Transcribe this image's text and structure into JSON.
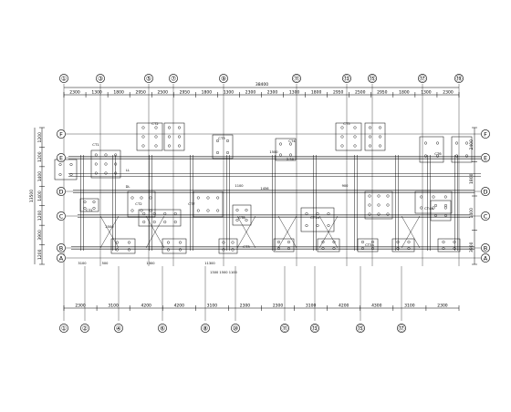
{
  "top_axes": [
    "①",
    "③",
    "⑤",
    "⑦",
    "⑨",
    "⑪",
    "⑬",
    "⑮",
    "⑰",
    "⑲"
  ],
  "bottom_axes": [
    "①",
    "②",
    "④",
    "⑥",
    "⑧",
    "⑩",
    "⑪",
    "⑬",
    "⑮",
    "⑰"
  ],
  "left_axes": [
    "F",
    "E",
    "D",
    "C",
    "B",
    "A"
  ],
  "right_axes": [
    "F",
    "E",
    "D",
    "C",
    "B",
    "A"
  ],
  "overall_dim": "38400",
  "top_dims": [
    "2300",
    "1300",
    "1800",
    "2950",
    "2500",
    "2950",
    "1800",
    "1300",
    "2300",
    "2300",
    "1300",
    "1800",
    "2950",
    "2500",
    "2950",
    "1800",
    "1300",
    "2300"
  ],
  "bottom_dims": [
    "2300",
    "3100",
    "4200",
    "4200",
    "3100",
    "2300",
    "2300",
    "3100",
    "4200",
    "4300",
    "3100",
    "2300"
  ],
  "left_dims": [
    "1200",
    "1200",
    "1400",
    "1400",
    "1200",
    "3900",
    "1200"
  ],
  "right_dims": [
    "2400",
    "1800",
    "1400",
    "3900"
  ],
  "left_total": "13500",
  "labels": {
    "ct": [
      "CT1",
      "CT2",
      "CT3",
      "CT4",
      "CT5",
      "CT6",
      "CT7",
      "CT8",
      "CT1a",
      "CT3a",
      "CT4a"
    ],
    "misc": [
      "LL",
      "DL",
      "1100",
      "1500",
      "2500",
      "3100",
      "500",
      "1300",
      "11300",
      "1456",
      "2.50",
      "900",
      "1300 1500 1100"
    ]
  }
}
